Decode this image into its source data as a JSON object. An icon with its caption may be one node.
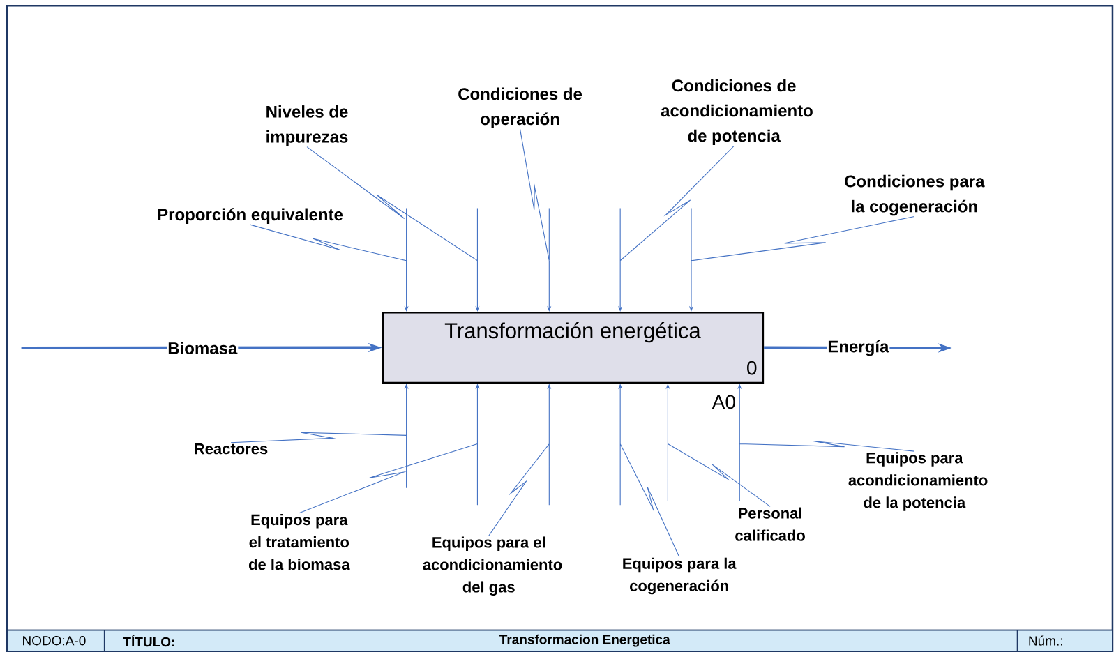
{
  "diagram": {
    "nodes": [
      {
        "text": [
          "Transformación energética",
          "0"
        ],
        "beside": [
          "A0"
        ]
      },
      {
        "text": [
          "Proporción equivalente"
        ]
      },
      {
        "text": [
          "Niveles de impurezas"
        ]
      },
      {
        "text": [
          "Condiciones de operación"
        ]
      },
      {
        "text": [
          "Condiciones de acondicionamiento de potencia"
        ]
      },
      {
        "text": [
          "Condiciones para la cogeneración"
        ]
      },
      {
        "text": [
          "Reactores"
        ]
      },
      {
        "text": [
          "Equipos para el tratamiento de la biomasa"
        ]
      },
      {
        "text": [
          "Equipos para el acondicionamiento del gas"
        ]
      },
      {
        "text": [
          "Equipos para la cogeneración"
        ]
      },
      {
        "text": [
          "Personal calificado"
        ]
      },
      {
        "text": [
          "Equipos para acondicionamiento de la potencia"
        ]
      }
    ],
    "edges": [
      {
        "from": null,
        "to": 0,
        "arrow": "to",
        "label": "Biomasa",
        "style": "thick"
      },
      {
        "from": 0,
        "to": null,
        "arrow": "to",
        "label": "Energía",
        "style": "thick"
      },
      {
        "from": 1,
        "to": 0,
        "arrow": "to"
      },
      {
        "from": 2,
        "to": 0,
        "arrow": "to"
      },
      {
        "from": 3,
        "to": 0,
        "arrow": "to"
      },
      {
        "from": 4,
        "to": 0,
        "arrow": "to"
      },
      {
        "from": 5,
        "to": 0,
        "arrow": "to"
      },
      {
        "from": 6,
        "to": 0,
        "arrow": "to"
      },
      {
        "from": 7,
        "to": 0,
        "arrow": "to"
      },
      {
        "from": 8,
        "to": 0,
        "arrow": "to"
      },
      {
        "from": 9,
        "to": 0,
        "arrow": "to"
      },
      {
        "from": 10,
        "to": 0,
        "arrow": "to"
      },
      {
        "from": 11,
        "to": 0,
        "arrow": "to"
      }
    ],
    "labels": [
      "NODO:A-0",
      "TÍTULO:",
      "Transformacion Energetica",
      "Núm.:"
    ]
  }
}
